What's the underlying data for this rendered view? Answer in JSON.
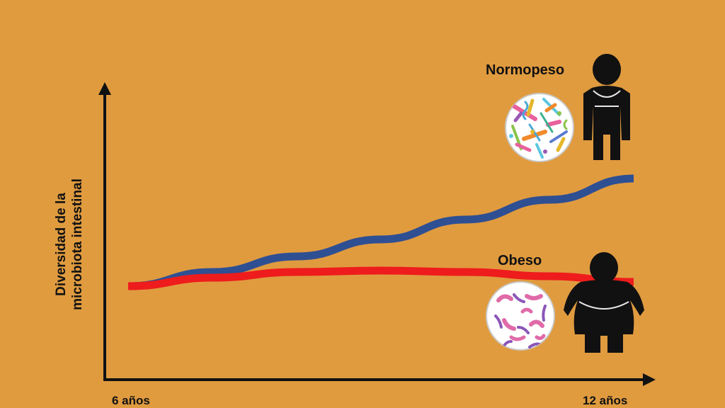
{
  "chart_data": {
    "type": "line",
    "title": "",
    "ylabel_lines": [
      "Diversidad de la",
      "microbiota intestinal"
    ],
    "x": [
      6,
      7,
      8,
      9,
      10,
      11,
      12
    ],
    "xlim": [
      6,
      12
    ],
    "ylim": [
      0,
      10
    ],
    "x_tick_labels": [
      "6 años",
      "12 años"
    ],
    "grid": false,
    "series": [
      {
        "name": "Normopeso",
        "color": "#2f4f93",
        "values": [
          3.3,
          3.8,
          4.35,
          4.95,
          5.65,
          6.35,
          7.1
        ]
      },
      {
        "name": "Obeso",
        "color": "#ee1c1c",
        "values": [
          3.3,
          3.6,
          3.8,
          3.85,
          3.8,
          3.65,
          3.45
        ]
      }
    ]
  },
  "colors": {
    "background": "#e09b3f",
    "axis": "#111111",
    "silhouette": "#111111"
  },
  "icons": {
    "normopeso_microbiota": "diverse-microbiota-icon",
    "obeso_microbiota": "low-diversity-microbiota-icon",
    "normopeso_person": "slim-person-icon",
    "obeso_person": "obese-person-icon"
  }
}
